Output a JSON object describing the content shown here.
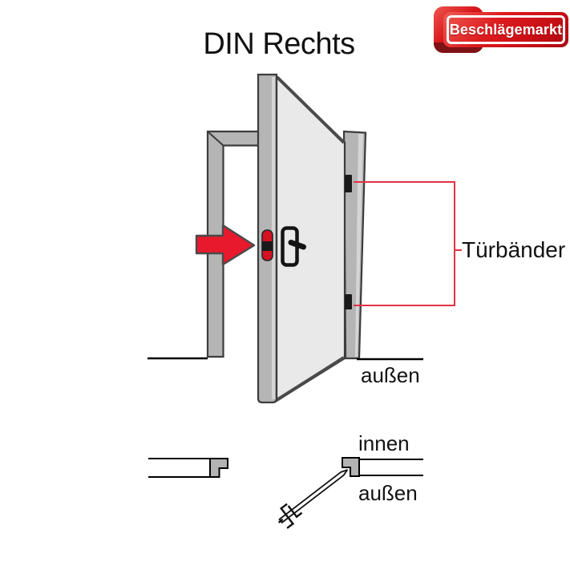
{
  "header": {
    "title": "DIN Rechts"
  },
  "logo": {
    "label": "Beschlägemarkt"
  },
  "diagram": {
    "hinge_label": "Türbänder",
    "outside_label": "außen"
  },
  "section_view": {
    "inside_label": "innen",
    "outside_label": "außen"
  },
  "colors": {
    "accent_red": "#e8192c",
    "bracket_red": "#e23143",
    "logo_red": "#d5131a",
    "logo_dark_red": "#7e1216",
    "frame_gray": "#b5b5b5",
    "panel_gray": "#e9e9e9",
    "outline_gray": "#3c3c3c",
    "ink": "#1a1a1a"
  }
}
